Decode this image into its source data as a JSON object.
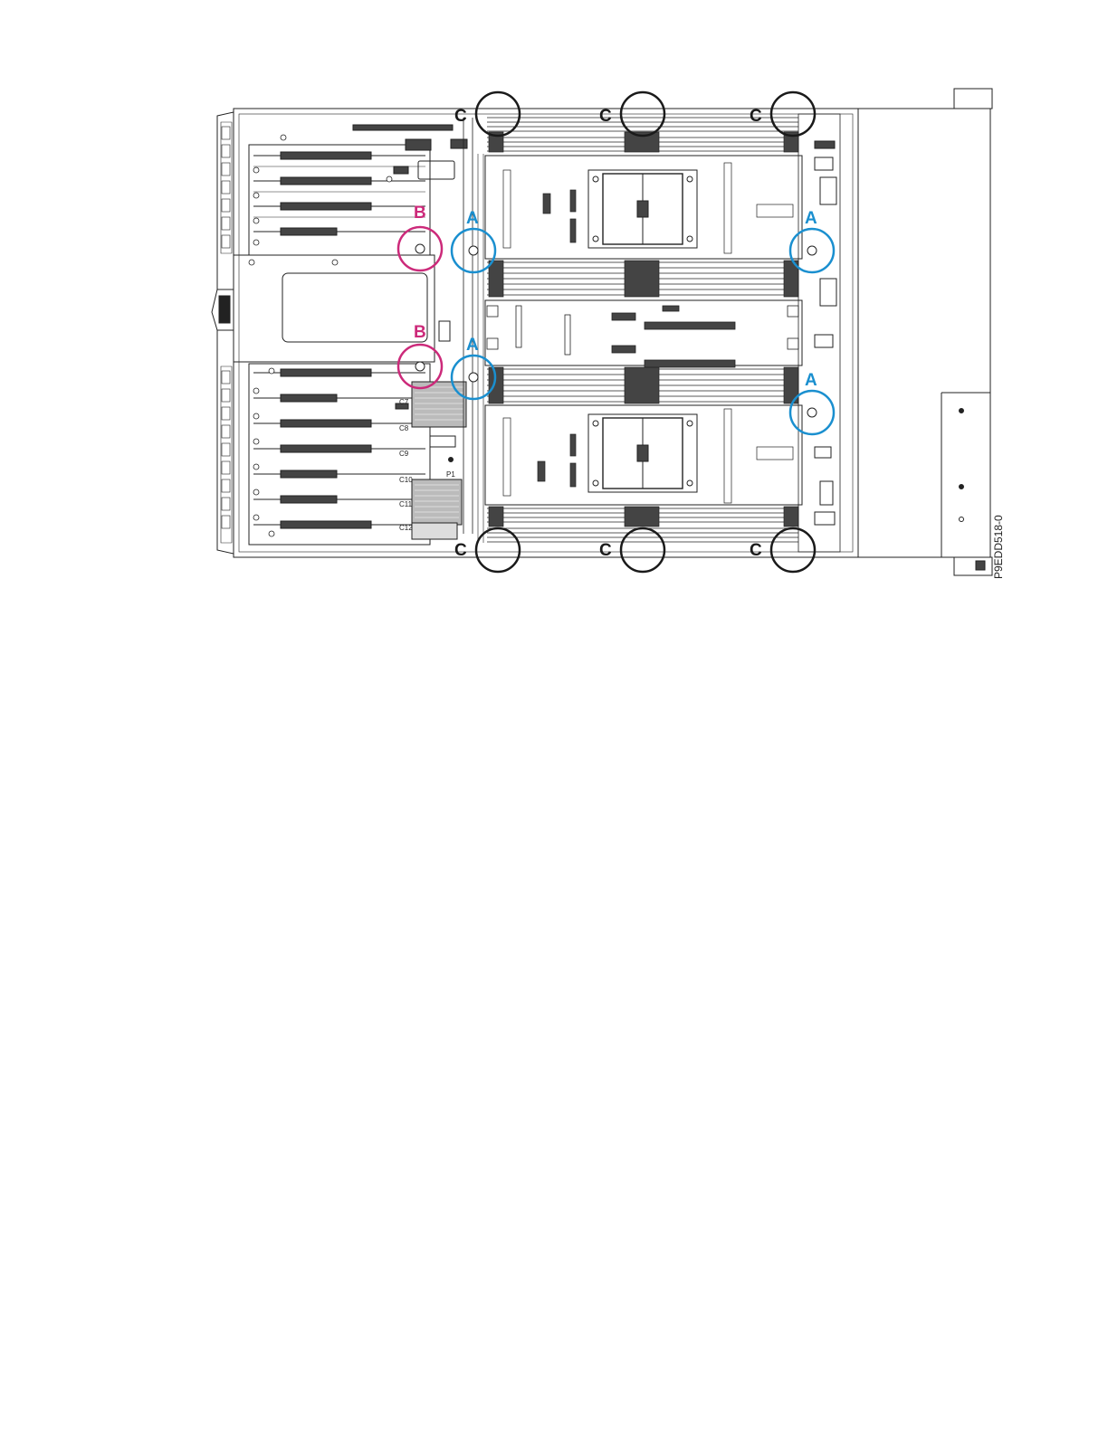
{
  "diagram": {
    "figure_id": "P9EDD518-0",
    "callouts": [
      {
        "id": "a1",
        "letter": "A",
        "color": "#1a8fcf"
      },
      {
        "id": "a2",
        "letter": "A",
        "color": "#1a8fcf"
      },
      {
        "id": "a3",
        "letter": "A",
        "color": "#1a8fcf"
      },
      {
        "id": "a4",
        "letter": "A",
        "color": "#1a8fcf"
      },
      {
        "id": "b1",
        "letter": "B",
        "color": "#cc2a7a"
      },
      {
        "id": "b2",
        "letter": "B",
        "color": "#cc2a7a"
      },
      {
        "id": "c1",
        "letter": "C",
        "color": "#1a1a1a"
      },
      {
        "id": "c2",
        "letter": "C",
        "color": "#1a1a1a"
      },
      {
        "id": "c3",
        "letter": "C",
        "color": "#1a1a1a"
      },
      {
        "id": "c4",
        "letter": "C",
        "color": "#1a1a1a"
      },
      {
        "id": "c5",
        "letter": "C",
        "color": "#1a1a1a"
      },
      {
        "id": "c6",
        "letter": "C",
        "color": "#1a1a1a"
      }
    ],
    "component_labels": [
      "C7",
      "C8",
      "C9",
      "C10",
      "C11",
      "C12",
      "P1"
    ]
  }
}
